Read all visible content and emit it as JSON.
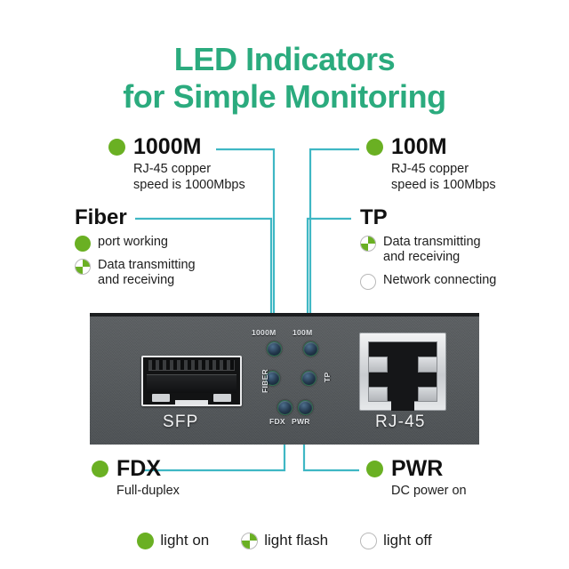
{
  "title": {
    "line1": "LED Indicators",
    "line2": "for Simple Monitoring",
    "color": "#2bab7e"
  },
  "colors": {
    "accent_title": "#2bab7e",
    "led_green": "#6ab023",
    "leader_line": "#3fb7c4",
    "device_body": "#55595c",
    "device_top_edge": "#1c1e20"
  },
  "callouts": {
    "thousand_m": {
      "label": "1000M",
      "state_icon": "light-on",
      "desc_line1": "RJ-45 copper",
      "desc_line2": "speed is 1000Mbps"
    },
    "hundred_m": {
      "label": "100M",
      "state_icon": "light-on",
      "desc_line1": "RJ-45 copper",
      "desc_line2": "speed is 100Mbps"
    },
    "fiber": {
      "label": "Fiber",
      "items": [
        {
          "state_icon": "light-on",
          "text_line1": "port working",
          "text_line2": ""
        },
        {
          "state_icon": "light-flash",
          "text_line1": "Data transmitting",
          "text_line2": "and receiving"
        }
      ]
    },
    "tp": {
      "label": "TP",
      "items": [
        {
          "state_icon": "light-flash",
          "text_line1": "Data transmitting",
          "text_line2": "and receiving"
        },
        {
          "state_icon": "light-off",
          "text_line1": "Network connecting",
          "text_line2": ""
        }
      ]
    },
    "fdx": {
      "label": "FDX",
      "state_icon": "light-on",
      "desc_line1": "Full-duplex"
    },
    "pwr": {
      "label": "PWR",
      "state_icon": "light-on",
      "desc_line1": "DC power on"
    }
  },
  "device": {
    "sfp_port_label": "SFP",
    "rj45_port_label": "RJ-45",
    "led_labels": {
      "top_left": "1000M",
      "top_right": "100M",
      "mid_left": "FIBER",
      "mid_right": "TP",
      "bottom_left": "FDX",
      "bottom_right": "PWR"
    }
  },
  "legend": {
    "items": [
      {
        "icon": "light-on",
        "label": "light on"
      },
      {
        "icon": "light-flash",
        "label": "light flash"
      },
      {
        "icon": "light-off",
        "label": "light off"
      }
    ]
  }
}
